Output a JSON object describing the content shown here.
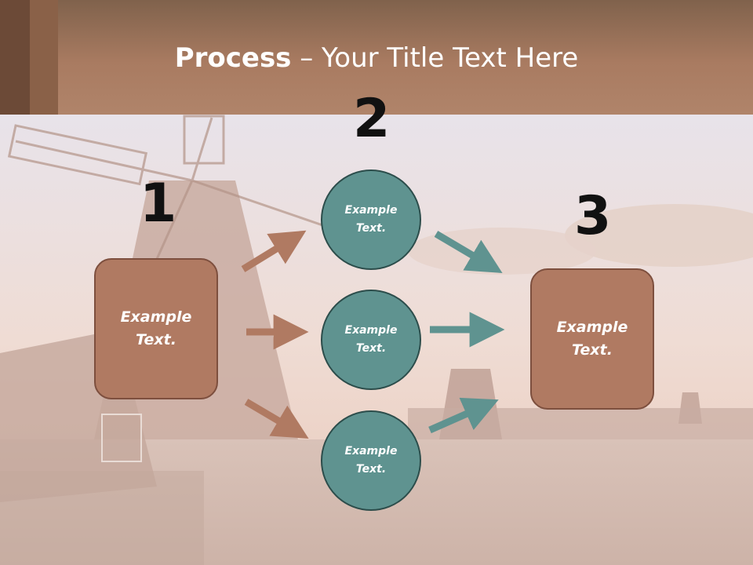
{
  "title": {
    "bold": "Process",
    "rest": " – Your Title Text Here"
  },
  "steps": {
    "n1": "1",
    "n2": "2",
    "n3": "3"
  },
  "boxes": {
    "left": "Example Text.",
    "right": "Example Text."
  },
  "circles": [
    "Example Text.",
    "Example Text.",
    "Example Text."
  ],
  "colors": {
    "box_fill": "#b07a62",
    "circle_fill": "#5f9390",
    "arrow_brown": "#b07a62",
    "arrow_teal": "#5f9390",
    "header": "#a97b61"
  }
}
